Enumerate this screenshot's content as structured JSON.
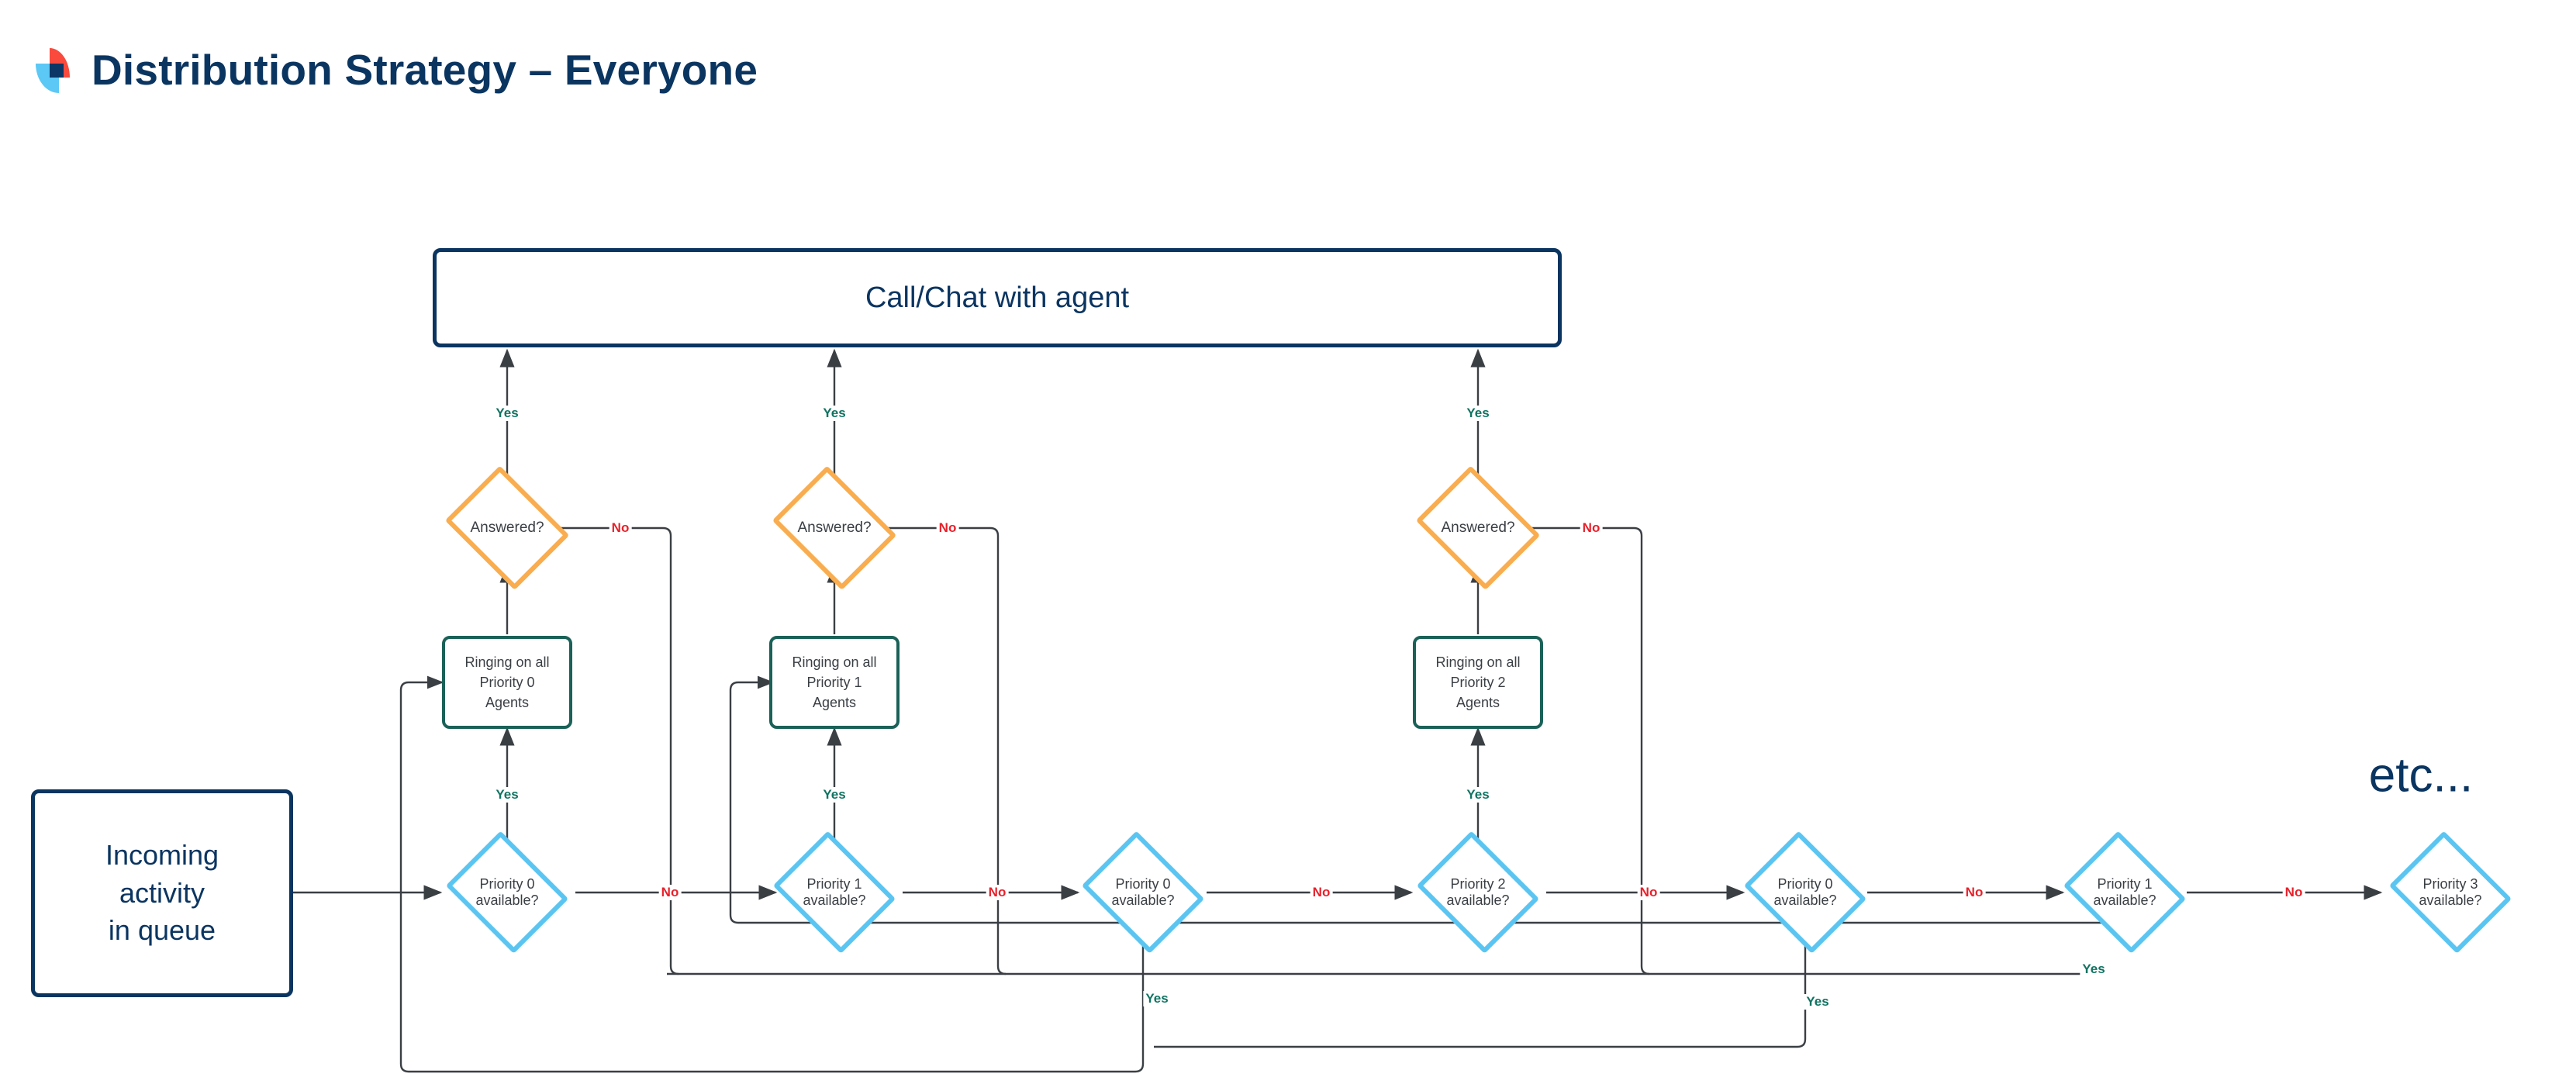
{
  "header": {
    "title": "Distribution Strategy – Everyone",
    "logo_colors": {
      "red": "#F94A3D",
      "blue": "#5BC8F5",
      "navy": "#0B3665"
    }
  },
  "palette": {
    "navy": "#0B3561",
    "teal": "#1A6158",
    "orange": "#F9AD4F",
    "cyan": "#5BC5F2",
    "yes_green": "#0F7361",
    "no_red": "#E8202A",
    "line": "#3A3F44",
    "text": "#3A3F44",
    "background": "#FFFFFF"
  },
  "diagram": {
    "type": "flowchart",
    "start_node": {
      "id": "start",
      "label": "Incoming\nactivity\nin queue",
      "shape": "rounded-rect",
      "color": "navy"
    },
    "terminal_node": {
      "id": "call_chat",
      "label": "Call/Chat with agent",
      "shape": "rounded-rect",
      "color": "navy"
    },
    "etc_label": "etc...",
    "decision_nodes": [
      {
        "id": "p0_a",
        "label": "Priority 0\navailable?",
        "shape": "diamond",
        "color": "cyan"
      },
      {
        "id": "p1_a",
        "label": "Priority 1\navailable?",
        "shape": "diamond",
        "color": "cyan"
      },
      {
        "id": "p0_b",
        "label": "Priority 0\navailable?",
        "shape": "diamond",
        "color": "cyan"
      },
      {
        "id": "p2_a",
        "label": "Priority 2\navailable?",
        "shape": "diamond",
        "color": "cyan"
      },
      {
        "id": "p0_c",
        "label": "Priority 0\navailable?",
        "shape": "diamond",
        "color": "cyan"
      },
      {
        "id": "p1_b",
        "label": "Priority 1\navailable?",
        "shape": "diamond",
        "color": "cyan"
      },
      {
        "id": "p3_a",
        "label": "Priority 3\navailable?",
        "shape": "diamond",
        "color": "cyan"
      }
    ],
    "ringing_nodes": [
      {
        "id": "ring0",
        "label": "Ringing on all\nPriority 0\nAgents",
        "shape": "rounded-rect",
        "color": "teal"
      },
      {
        "id": "ring1",
        "label": "Ringing on all\nPriority 1\nAgents",
        "shape": "rounded-rect",
        "color": "teal"
      },
      {
        "id": "ring2",
        "label": "Ringing on all\nPriority 2\nAgents",
        "shape": "rounded-rect",
        "color": "teal"
      }
    ],
    "answered_nodes": [
      {
        "id": "ans0",
        "label": "Answered?",
        "shape": "diamond",
        "color": "orange"
      },
      {
        "id": "ans1",
        "label": "Answered?",
        "shape": "diamond",
        "color": "orange"
      },
      {
        "id": "ans2",
        "label": "Answered?",
        "shape": "diamond",
        "color": "orange"
      }
    ],
    "edge_labels": {
      "yes": "Yes",
      "no": "No"
    },
    "edges": [
      {
        "from": "start",
        "to": "p0_a",
        "label": ""
      },
      {
        "from": "p0_a",
        "to": "ring0",
        "label": "Yes"
      },
      {
        "from": "p0_a",
        "to": "p1_a",
        "label": "No"
      },
      {
        "from": "ring0",
        "to": "ans0",
        "label": ""
      },
      {
        "from": "ans0",
        "to": "call_chat",
        "label": "Yes"
      },
      {
        "from": "ans0",
        "to": "p1_a",
        "label": "No"
      },
      {
        "from": "p1_a",
        "to": "ring1",
        "label": "Yes"
      },
      {
        "from": "p1_a",
        "to": "p0_b",
        "label": "No"
      },
      {
        "from": "ring1",
        "to": "ans1",
        "label": ""
      },
      {
        "from": "ans1",
        "to": "call_chat",
        "label": "Yes"
      },
      {
        "from": "ans1",
        "to": "p0_b",
        "label": "No"
      },
      {
        "from": "p0_b",
        "to": "ring0",
        "label": "Yes"
      },
      {
        "from": "p0_b",
        "to": "p2_a",
        "label": "No"
      },
      {
        "from": "p2_a",
        "to": "ring2",
        "label": "Yes"
      },
      {
        "from": "p2_a",
        "to": "p0_c",
        "label": "No"
      },
      {
        "from": "ring2",
        "to": "ans2",
        "label": ""
      },
      {
        "from": "ans2",
        "to": "call_chat",
        "label": "Yes"
      },
      {
        "from": "ans2",
        "to": "p0_c",
        "label": "No"
      },
      {
        "from": "p0_c",
        "to": "ring0",
        "label": "Yes"
      },
      {
        "from": "p0_c",
        "to": "p1_b",
        "label": "No"
      },
      {
        "from": "p1_b",
        "to": "ring1",
        "label": "Yes"
      },
      {
        "from": "p1_b",
        "to": "p3_a",
        "label": "No"
      }
    ]
  },
  "labels": {
    "yes_ans0": "Yes",
    "yes_ans1": "Yes",
    "yes_ans2": "Yes",
    "no_ans0": "No",
    "no_ans1": "No",
    "no_ans2": "No",
    "yes_p0a": "Yes",
    "yes_p1a": "Yes",
    "yes_p2a": "Yes",
    "no_p0a": "No",
    "no_p1a": "No",
    "no_p0b": "No",
    "no_p2a": "No",
    "no_p0c": "No",
    "no_p1b": "No",
    "yes_p0b": "Yes",
    "yes_p0c": "Yes",
    "yes_p1b": "Yes"
  },
  "nodes_text": {
    "start": "Incoming activity in queue",
    "start_l1": "Incoming",
    "start_l2": "activity",
    "start_l3": "in queue",
    "call_chat": "Call/Chat with agent",
    "ring0_l1": "Ringing on all",
    "ring0_l2": "Priority 0",
    "ring0_l3": "Agents",
    "ring1_l1": "Ringing on all",
    "ring1_l2": "Priority 1",
    "ring1_l3": "Agents",
    "ring2_l1": "Ringing on all",
    "ring2_l2": "Priority 2",
    "ring2_l3": "Agents",
    "answered": "Answered?",
    "p0_l1": "Priority 0",
    "p1_l1": "Priority 1",
    "p2_l1": "Priority 2",
    "p3_l1": "Priority 3",
    "avail": "available?",
    "etc": "etc..."
  }
}
